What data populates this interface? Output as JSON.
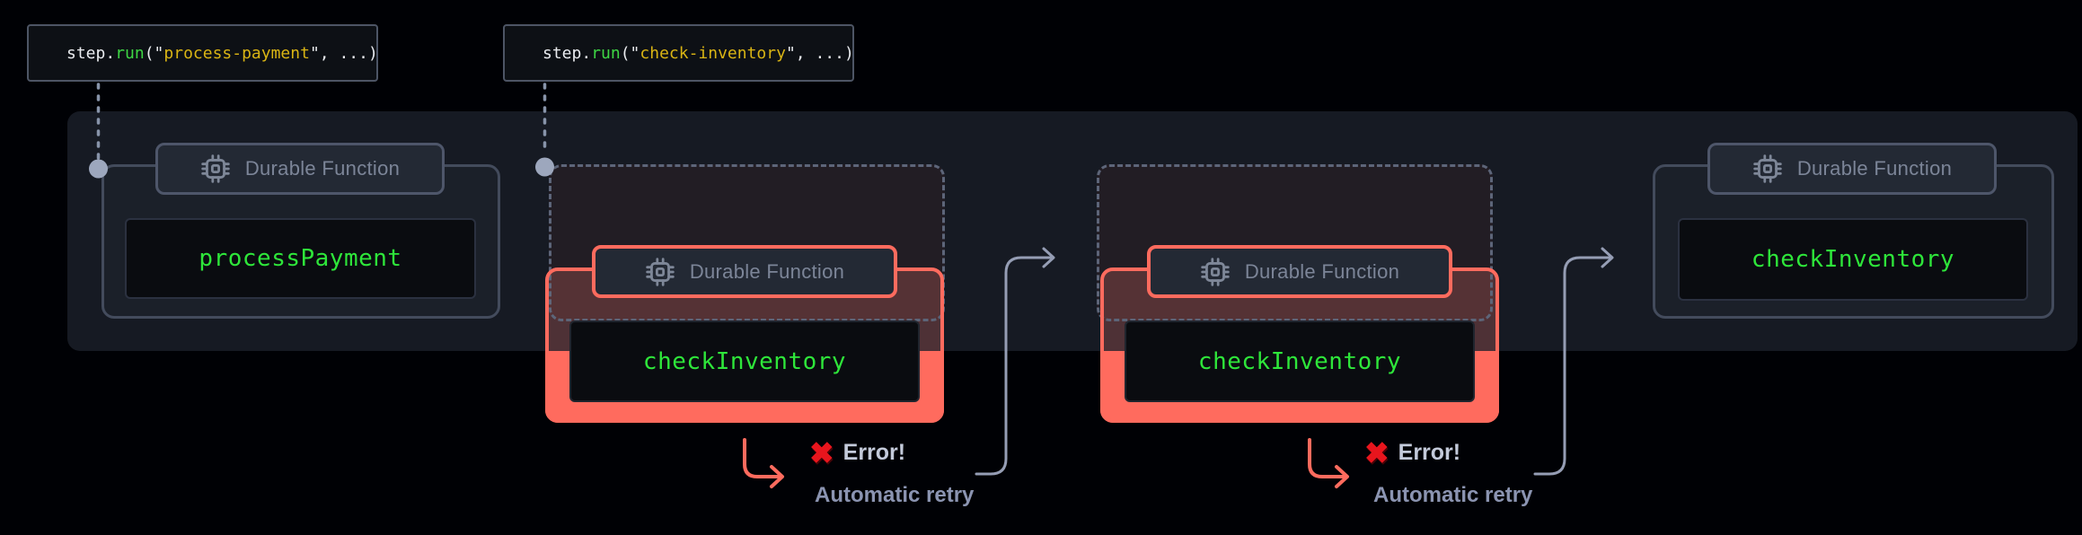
{
  "palette": {
    "page_bg": "#000105",
    "container_bg": "#161a22",
    "card_bg": "#1b2029",
    "card_border": "#434b5c",
    "badge_bg": "#232934",
    "badge_border_gray": "#4e566a",
    "badge_text": "#7c8598",
    "fn_box_bg": "#0a0c10",
    "fn_text_green": "#2ee63a",
    "error_red": "#ff6b5e",
    "x_mark_red": "#e8151d",
    "ghost_dash": "#5d6579",
    "connector_gray": "#959db4",
    "dot_fill": "#9da7bd",
    "code_string_yellow": "#d9b414",
    "code_func_green": "#3ed644"
  },
  "code_labels": [
    {
      "parts": [
        [
          "plain",
          "step."
        ],
        [
          "func",
          "run"
        ],
        [
          "plain",
          "(\""
        ],
        [
          "string",
          "process-payment"
        ],
        [
          "plain",
          "\", ...)"
        ]
      ]
    },
    {
      "parts": [
        [
          "plain",
          "step."
        ],
        [
          "func",
          "run"
        ],
        [
          "plain",
          "(\""
        ],
        [
          "string",
          "check-inventory"
        ],
        [
          "plain",
          "\", ...)"
        ]
      ]
    }
  ],
  "badge": {
    "label": "Durable Function",
    "icon": "cpu-chip-icon"
  },
  "steps": {
    "process_payment": {
      "function_name": "processPayment"
    },
    "attempt_1": {
      "function_name": "checkInventory"
    },
    "attempt_2": {
      "function_name": "checkInventory"
    },
    "final": {
      "function_name": "checkInventory"
    }
  },
  "annotations": {
    "error_1": {
      "icon": "✖",
      "title": "Error!",
      "subtitle": "Automatic retry"
    },
    "error_2": {
      "icon": "✖",
      "title": "Error!",
      "subtitle": "Automatic retry"
    }
  }
}
